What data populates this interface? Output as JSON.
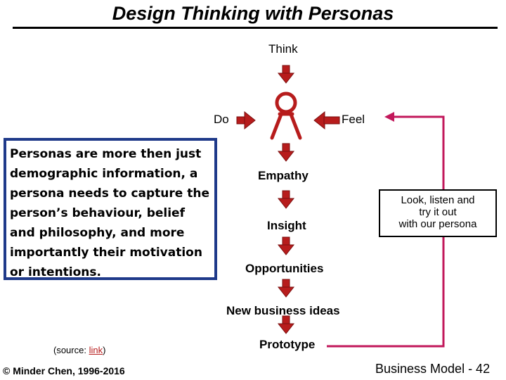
{
  "title": "Design Thinking with Personas",
  "labels": {
    "think": "Think",
    "do": "Do",
    "feel": "Feel",
    "empathy": "Empathy",
    "insight": "Insight",
    "opportunities": "Opportunities",
    "new_business_ideas": "New business ideas",
    "prototype": "Prototype"
  },
  "persona_note": "Personas are more then just demographic information, a persona needs to capture the person’s behaviour, belief and philosophy, and more importantly their motivation or intentions.",
  "feedback_box": {
    "line1": "Look, listen and",
    "line2": "try it out",
    "line3": "with our persona"
  },
  "source": {
    "prefix": "(source: ",
    "link_text": "link",
    "suffix": ")"
  },
  "copyright": "© Minder Chen, 1996-2016",
  "slide_number": "Business Model - 42",
  "colors": {
    "arrow_fill": "#b71c1c",
    "arrow_stroke": "#7a0f0f",
    "feedback_line": "#c2185b",
    "note_border": "#1f3a8a"
  },
  "icons": {
    "person": "person-icon"
  }
}
